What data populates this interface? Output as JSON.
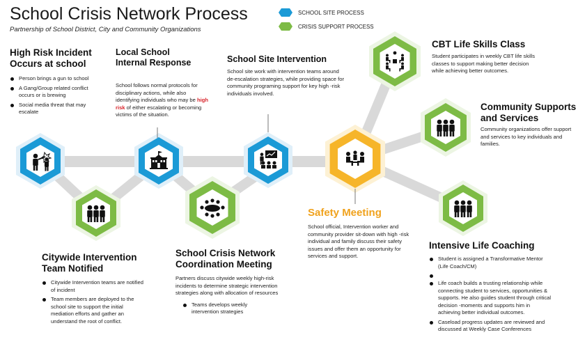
{
  "header": {
    "title": "School Crisis Network Process",
    "subtitle": "Partnership of School District, City and Community Organizations"
  },
  "legend": {
    "items": [
      {
        "label": "SCHOOL SITE PROCESS",
        "color": "#1b9ad6"
      },
      {
        "label": "CRISIS SUPPORT PROCESS",
        "color": "#7dbb45"
      }
    ]
  },
  "colors": {
    "blue": "#1b9ad6",
    "green": "#7dbb45",
    "orange": "#f6b52a",
    "connector": "#d9d9d9",
    "highlight_red": "#d8232a"
  },
  "steps": {
    "high_risk": {
      "title_1": "High Risk Incident",
      "title_2": "Occurs at school",
      "bullets": [
        "Person brings a gun to school",
        "A Gang/Group related conflict occurs or is brewing",
        "Social media threat that may escalate"
      ],
      "icon": "conflict-icon"
    },
    "local_school": {
      "title_1": "Local School",
      "title_2": "Internal Response",
      "desc_before": "School follows normal protocols for disciplinary actions, while also identifying individuals who may be",
      "desc_highlight": "high risk",
      "desc_after": "of either escalating or becoming victims of the situation.",
      "icon": "school-building-icon"
    },
    "school_site": {
      "title": "School Site Intervention",
      "desc": "School site work with intervention teams around de-escalation strategies, while providing space for community programing support for key high -risk individuals involved.",
      "icon": "presentation-icon"
    },
    "citywide": {
      "title_1": "Citywide Intervention",
      "title_2": "Team Notified",
      "bullets": [
        "Citywide Intervention teams are notified of incident",
        "Team members are deployed to the school site to support the initial mediation efforts and gather an understand the root of conflict."
      ],
      "icon": "team-icon"
    },
    "coordination": {
      "title_1": "School Crisis Network",
      "title_2": "Coordination Meeting",
      "desc": "Partners discuss citywide weekly high-risk incidents to determine strategic intervention strategies along with allocation of resources",
      "bullets": [
        "Teams develops weekly intervention strategies"
      ],
      "icon": "meeting-table-icon"
    },
    "safety": {
      "title": "Safety Meeting",
      "desc": "School official, Intervention worker and community provider sit-down with high -risk individual and family discuss their safety issues and offer them an opportunity for services and support.",
      "icon": "discussion-icon"
    },
    "cbt": {
      "title": "CBT Life Skills Class",
      "desc": "Student participates in weekly CBT life skills classes to support making better decision while achieving better outcomes.",
      "icon": "classroom-icon"
    },
    "community": {
      "title_1": "Community Supports",
      "title_2": "and Services",
      "desc": "Community organizations offer support and services to key individuals and families.",
      "icon": "community-icon"
    },
    "coaching": {
      "title": "Intensive Life Coaching",
      "bullets": [
        "Student is assigned a Transformative Mentor (Life Coach/CM)",
        "",
        "Life coach builds a trusting relationship while connecting student to services, opportunities & supports. He also guides student through critical decision -moments and supports him in achieving better individual outcomes.",
        "Caseload progress updates are reviewed and discussed at Weekly Case Conferences"
      ],
      "icon": "mentor-icon"
    }
  }
}
